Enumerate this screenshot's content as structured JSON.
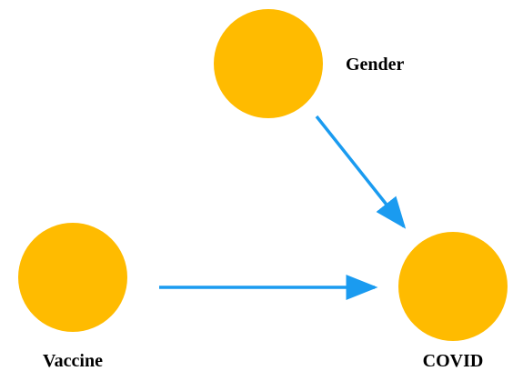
{
  "colors": {
    "node_fill": "#FFBB00",
    "edge_stroke": "#1A9BF0",
    "label_text": "#000000",
    "background": "#FFFFFF"
  },
  "nodes": {
    "gender": {
      "label": "Gender"
    },
    "vaccine": {
      "label": "Vaccine"
    },
    "covid": {
      "label": "COVID"
    }
  },
  "edges": [
    {
      "from": "gender",
      "to": "covid"
    },
    {
      "from": "vaccine",
      "to": "covid"
    }
  ]
}
